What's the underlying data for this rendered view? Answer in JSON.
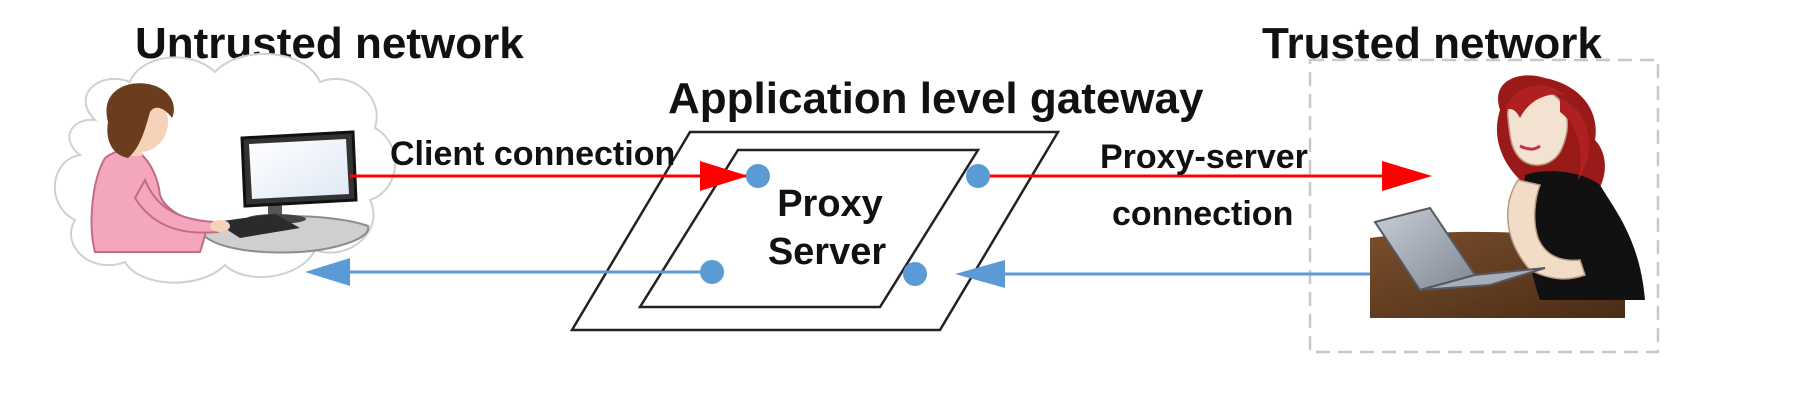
{
  "labels": {
    "untrusted_network": "Untrusted network",
    "trusted_network": "Trusted network",
    "gateway": "Application level gateway",
    "client_connection": "Client connection",
    "proxy_server_connection_line1": "Proxy-server",
    "proxy_server_connection_line2": "connection",
    "proxy_line1": "Proxy",
    "proxy_line2": "Server"
  },
  "colors": {
    "request_arrow": "#ff0000",
    "response_arrow": "#5b9bd5",
    "connector_dot": "#5b9bd5",
    "outline": "#222222",
    "trusted_border": "#c8c8c8",
    "cloud_border": "#d0d0d0"
  },
  "icons": {
    "left_actor": "person-at-desktop-computer-icon",
    "right_actor": "woman-with-laptop-icon"
  }
}
